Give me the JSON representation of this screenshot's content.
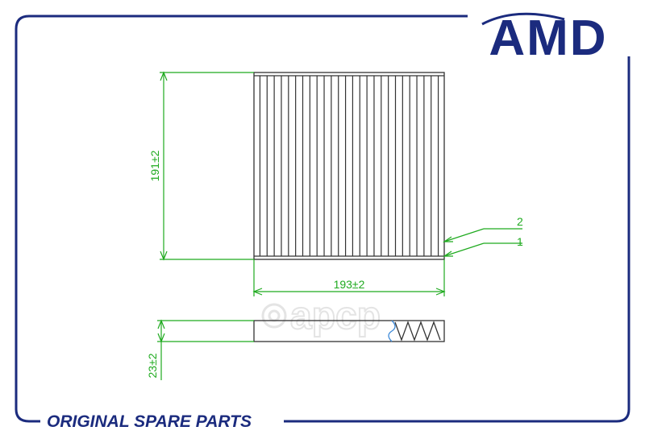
{
  "brand": {
    "logo_text": "AMD"
  },
  "footer": {
    "text": "ORIGINAL SPARE PARTS"
  },
  "watermark": {
    "text": "apcp"
  },
  "dimensions": {
    "height": "191±2",
    "width": "193±2",
    "thickness": "23±2"
  },
  "callouts": {
    "item_1": "1",
    "item_2": "2"
  },
  "colors": {
    "frame": "#1b2b7e",
    "dimension_lines": "#1faa1f",
    "drawing": "#333333"
  }
}
